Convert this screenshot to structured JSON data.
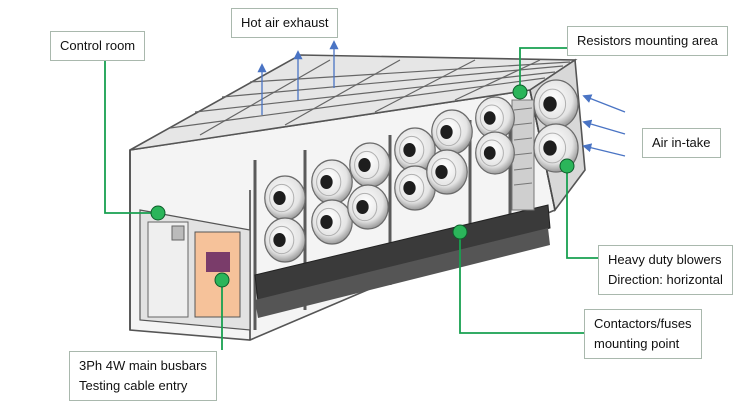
{
  "labels": {
    "control_room": "Control room",
    "hot_air_exhaust": "Hot air exhaust",
    "resistors_mounting_area": "Resistors mounting area",
    "air_intake": "Air in-take",
    "heavy_duty_blowers": "Heavy duty blowers",
    "blowers_direction": "Direction: horizontal",
    "contactors_fuses": "Contactors/fuses",
    "mounting_point": "mounting point",
    "main_busbars": "3Ph 4W main busbars",
    "testing_cable_entry": "Testing cable entry"
  },
  "colors": {
    "leader_line": "#18a050",
    "marker_fill": "#2bb55a",
    "airflow_arrow": "#4a74c4",
    "frame": "#4a4a4a",
    "panel_highlight": "#f6c29a"
  }
}
